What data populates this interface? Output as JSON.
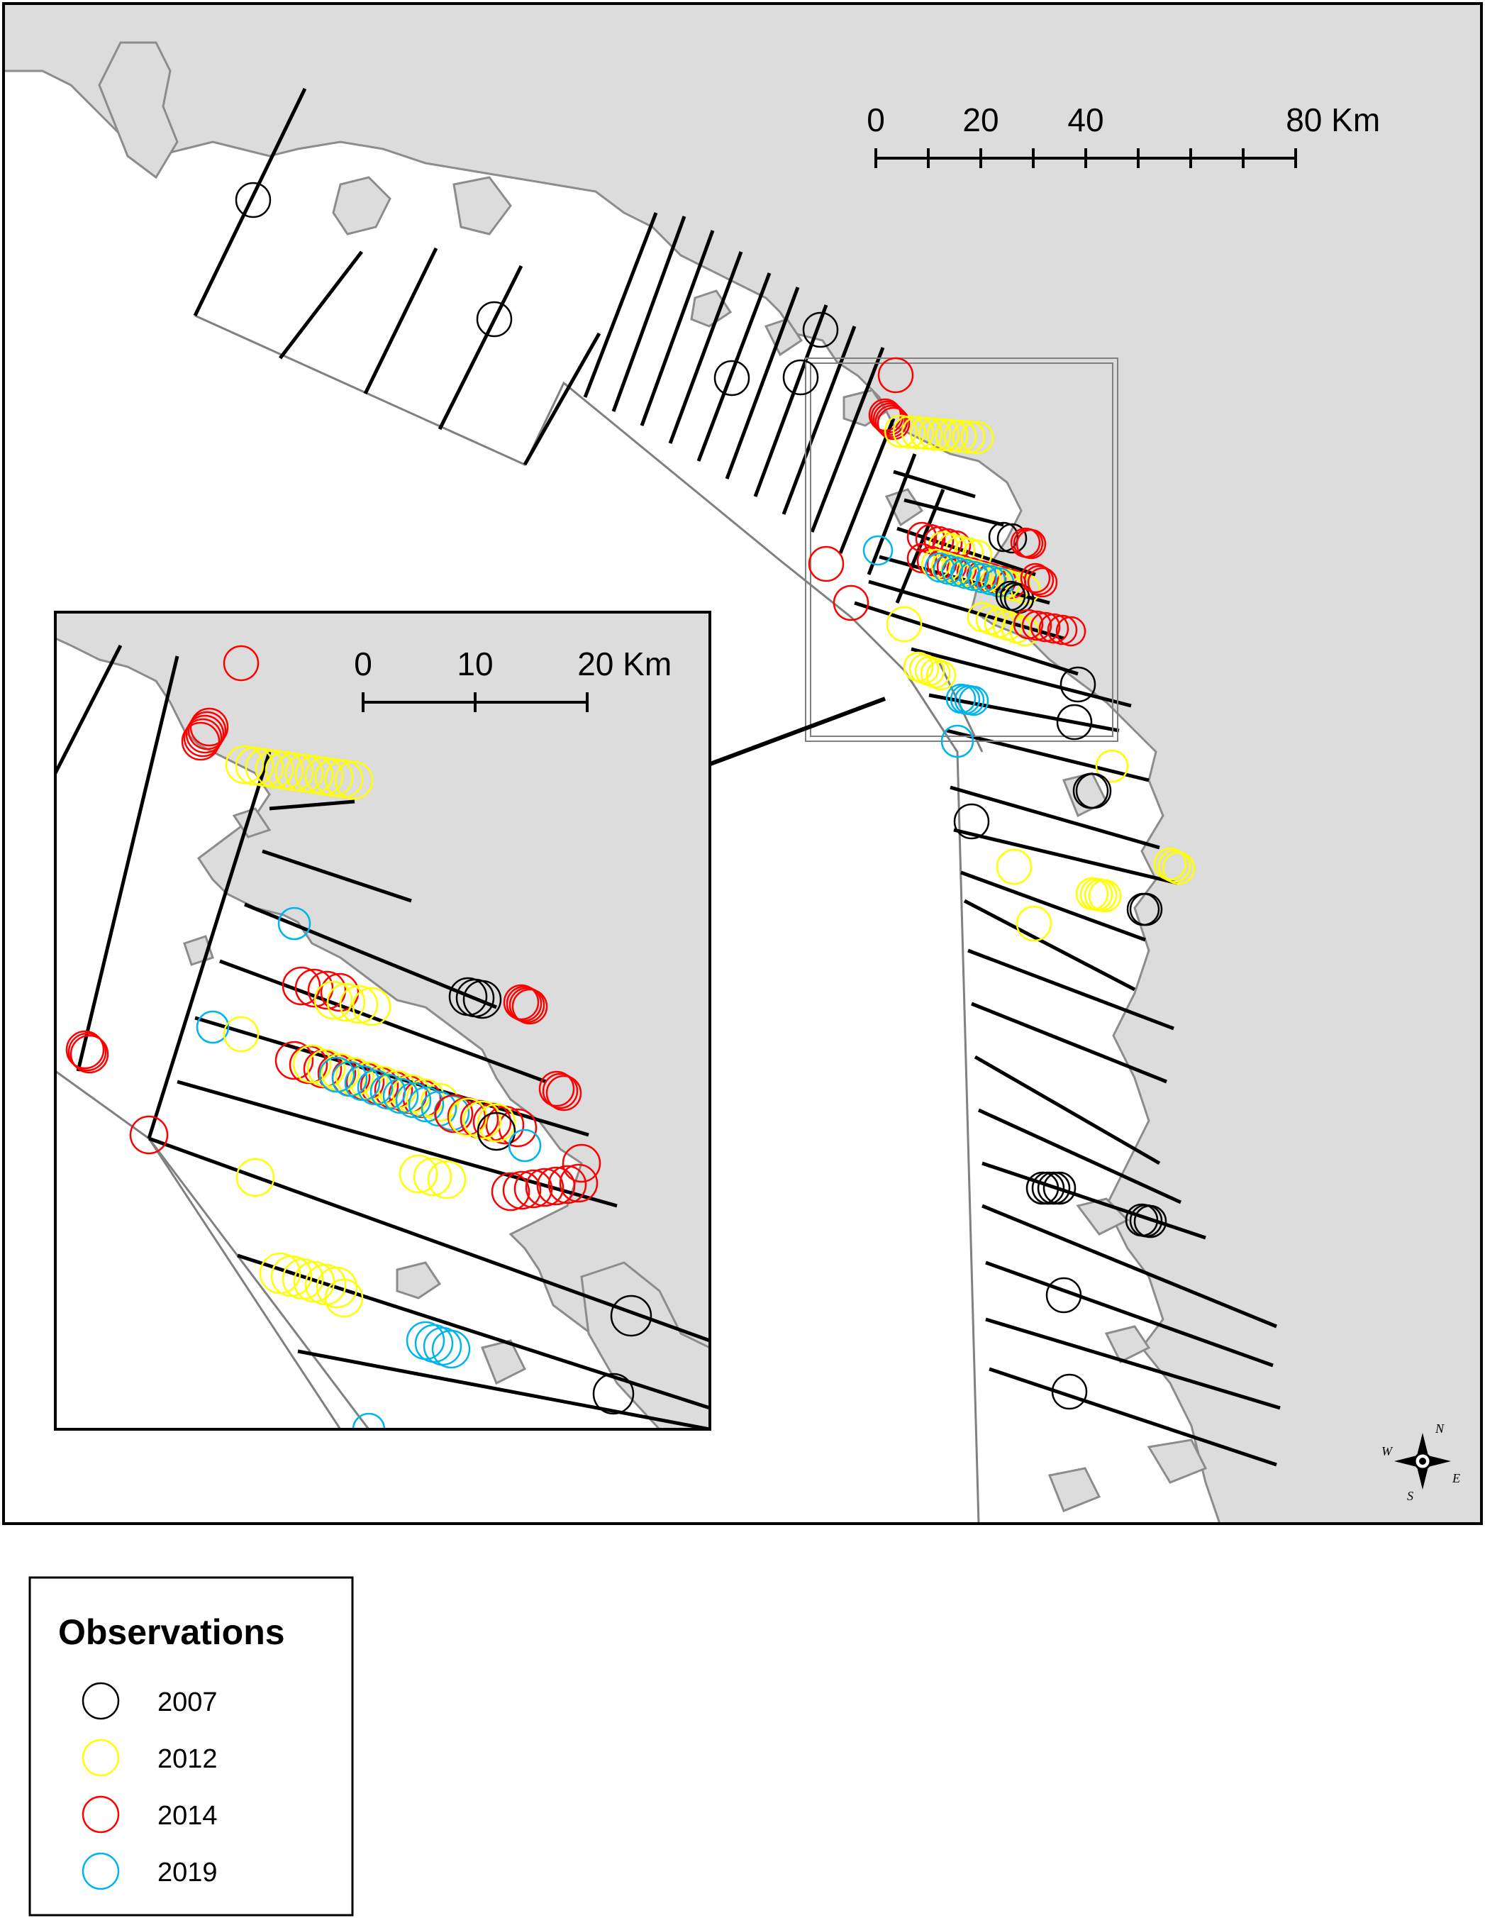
{
  "main_scale": {
    "labels": [
      "0",
      "20",
      "40",
      "80 Km"
    ],
    "ticks_km": [
      0,
      10,
      20,
      30,
      40,
      50,
      60,
      70,
      80
    ]
  },
  "inset_scale": {
    "labels": [
      "0",
      "10",
      "20 Km"
    ],
    "ticks_km": [
      0,
      10,
      20
    ]
  },
  "compass": {
    "n": "N",
    "s": "S",
    "e": "E",
    "w": "W"
  },
  "legend": {
    "title": "Observations",
    "items": [
      {
        "label": "2007",
        "color": "#000000"
      },
      {
        "label": "2012",
        "color": "#ffff00"
      },
      {
        "label": "2014",
        "color": "#ff0000"
      },
      {
        "label": "2019",
        "color": "#00b4ee"
      }
    ]
  },
  "colors": {
    "sea": "#ffffff",
    "land": "#dcdcdc",
    "coast_outline": "#8c8c8c",
    "survey_boundary": "#808080",
    "transect": "#000000"
  }
}
